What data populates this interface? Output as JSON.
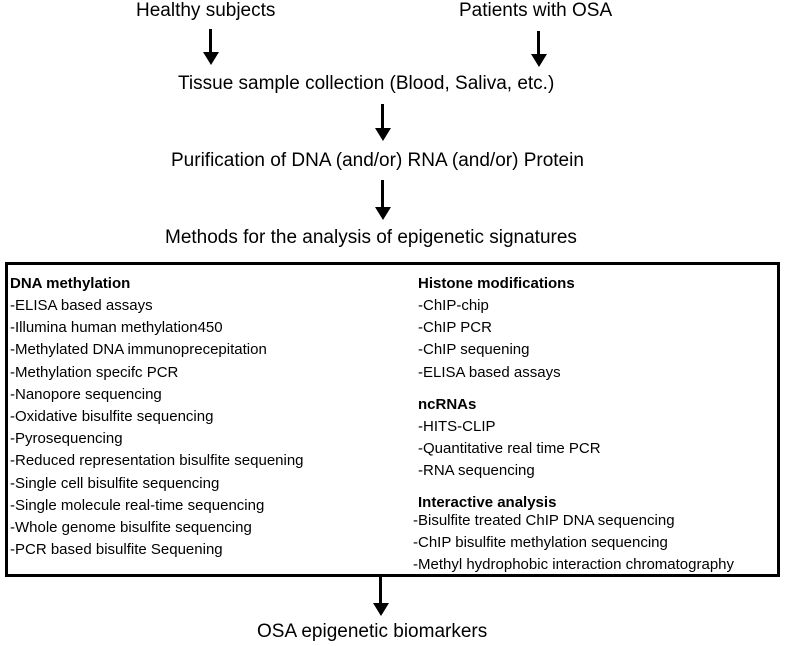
{
  "top": {
    "healthy": "Healthy subjects",
    "patients": "Patients with OSA"
  },
  "steps": {
    "collection": "Tissue sample collection (Blood, Saliva, etc.)",
    "purification": "Purification of DNA (and/or) RNA (and/or) Protein",
    "methods": "Methods for the analysis of epigenetic signatures",
    "result": "OSA epigenetic biomarkers"
  },
  "box": {
    "dna": {
      "title": "DNA methylation",
      "items": [
        "-ELISA based assays",
        "-Illumina human methylation450",
        "-Methylated DNA immunoprecepitation",
        "-Methylation specifc PCR",
        "-Nanopore sequencing",
        "-Oxidative bisulfite sequencing",
        "-Pyrosequencing",
        "-Reduced representation bisulfite sequening",
        "-Single cell bisulfite sequencing",
        "-Single molecule real-time sequencing",
        "-Whole genome bisulfite sequencing",
        "-PCR based bisulfite Sequening"
      ]
    },
    "histone": {
      "title": "Histone modifications",
      "items": [
        "-ChIP-chip",
        "-ChIP PCR",
        "-ChIP sequening",
        "-ELISA based assays"
      ]
    },
    "ncrna": {
      "title": "ncRNAs",
      "items": [
        "-HITS-CLIP",
        "-Quantitative real time PCR",
        "-RNA sequencing"
      ]
    },
    "interactive": {
      "title": "Interactive analysis",
      "items": [
        "-Bisulfite treated ChIP DNA sequencing",
        "-ChIP bisulfite methylation sequencing",
        "-Methyl hydrophobic interaction chromatography"
      ]
    }
  }
}
